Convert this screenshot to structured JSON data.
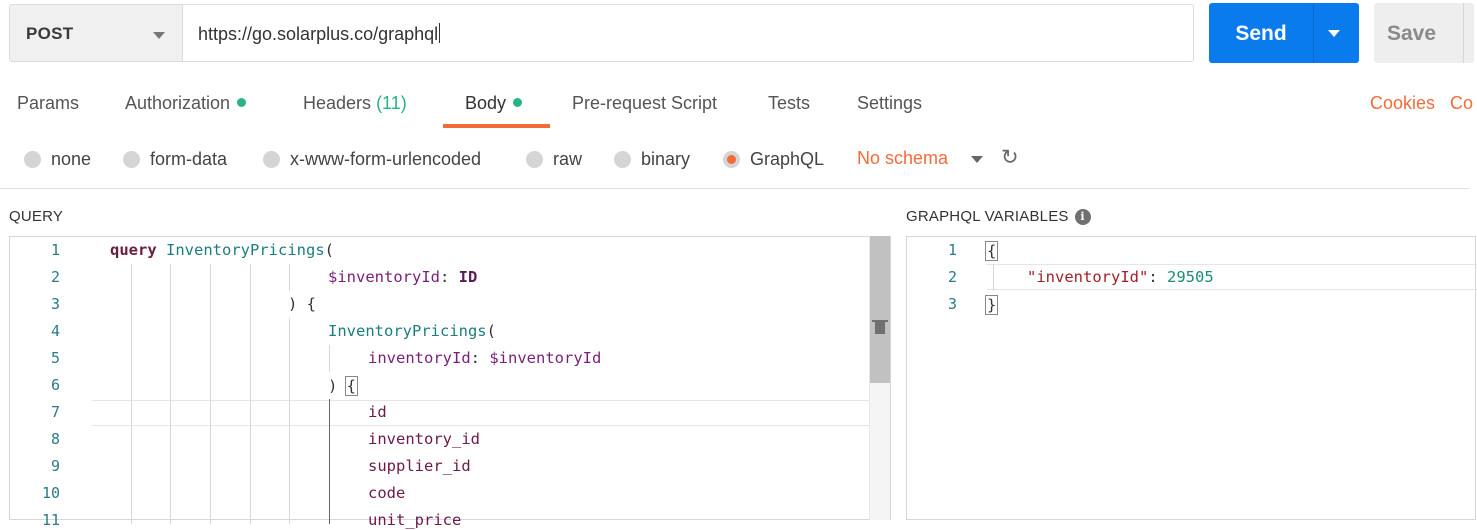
{
  "request": {
    "method": "POST",
    "url": "https://go.solarplus.co/graphql",
    "send_label": "Send",
    "save_label": "Save"
  },
  "tabs": [
    {
      "label": "Params"
    },
    {
      "label": "Authorization",
      "indicator": "dot"
    },
    {
      "label": "Headers",
      "count": "(11)"
    },
    {
      "label": "Body",
      "indicator": "dot",
      "active": true
    },
    {
      "label": "Pre-request Script"
    },
    {
      "label": "Tests"
    },
    {
      "label": "Settings"
    }
  ],
  "right_links": {
    "cookies": "Cookies",
    "code": "Co"
  },
  "body_modes": [
    {
      "label": "none"
    },
    {
      "label": "form-data"
    },
    {
      "label": "x-www-form-urlencoded"
    },
    {
      "label": "raw"
    },
    {
      "label": "binary"
    },
    {
      "label": "GraphQL",
      "selected": true
    }
  ],
  "schema_label": "No schema",
  "query": {
    "title": "QUERY",
    "line_numbers": [
      "1",
      "2",
      "3",
      "4",
      "5",
      "6",
      "7",
      "8",
      "9",
      "10",
      "11"
    ],
    "lines": [
      {
        "tokens": [
          [
            "kw",
            "query"
          ],
          [
            "punc",
            " "
          ],
          [
            "def",
            "InventoryPricings"
          ],
          [
            "punc",
            "("
          ]
        ]
      },
      {
        "tokens": [
          [
            "var",
            "$inventoryId"
          ],
          [
            "punc",
            ": "
          ],
          [
            "type",
            "ID"
          ]
        ]
      },
      {
        "tokens": [
          [
            "punc",
            ") {"
          ]
        ]
      },
      {
        "tokens": [
          [
            "def",
            "InventoryPricings"
          ],
          [
            "punc",
            "("
          ]
        ]
      },
      {
        "tokens": [
          [
            "var",
            "inventoryId"
          ],
          [
            "punc",
            ": "
          ],
          [
            "var",
            "$inventoryId"
          ]
        ]
      },
      {
        "tokens": [
          [
            "punc",
            ") "
          ],
          [
            "punc",
            "{"
          ]
        ]
      },
      {
        "tokens": [
          [
            "field",
            "id"
          ]
        ]
      },
      {
        "tokens": [
          [
            "field",
            "inventory_id"
          ]
        ]
      },
      {
        "tokens": [
          [
            "field",
            "supplier_id"
          ]
        ]
      },
      {
        "tokens": [
          [
            "field",
            "code"
          ]
        ]
      },
      {
        "tokens": [
          [
            "field",
            "unit_price"
          ]
        ]
      }
    ]
  },
  "variables": {
    "title": "GRAPHQL VARIABLES",
    "line_numbers": [
      "1",
      "2",
      "3"
    ],
    "open_brace": "{",
    "key": "\"inventoryId\"",
    "colon": ": ",
    "value": "29505",
    "close_brace": "}"
  },
  "icons": {
    "method_dropdown": "chevron-down-icon",
    "send_dropdown": "chevron-down-icon",
    "schema_dropdown": "chevron-down-icon",
    "refresh": "refresh-icon",
    "info": "info-icon"
  },
  "colors": {
    "accent": "#f26b3a",
    "send": "#097bed",
    "indicator": "#26b47f"
  }
}
